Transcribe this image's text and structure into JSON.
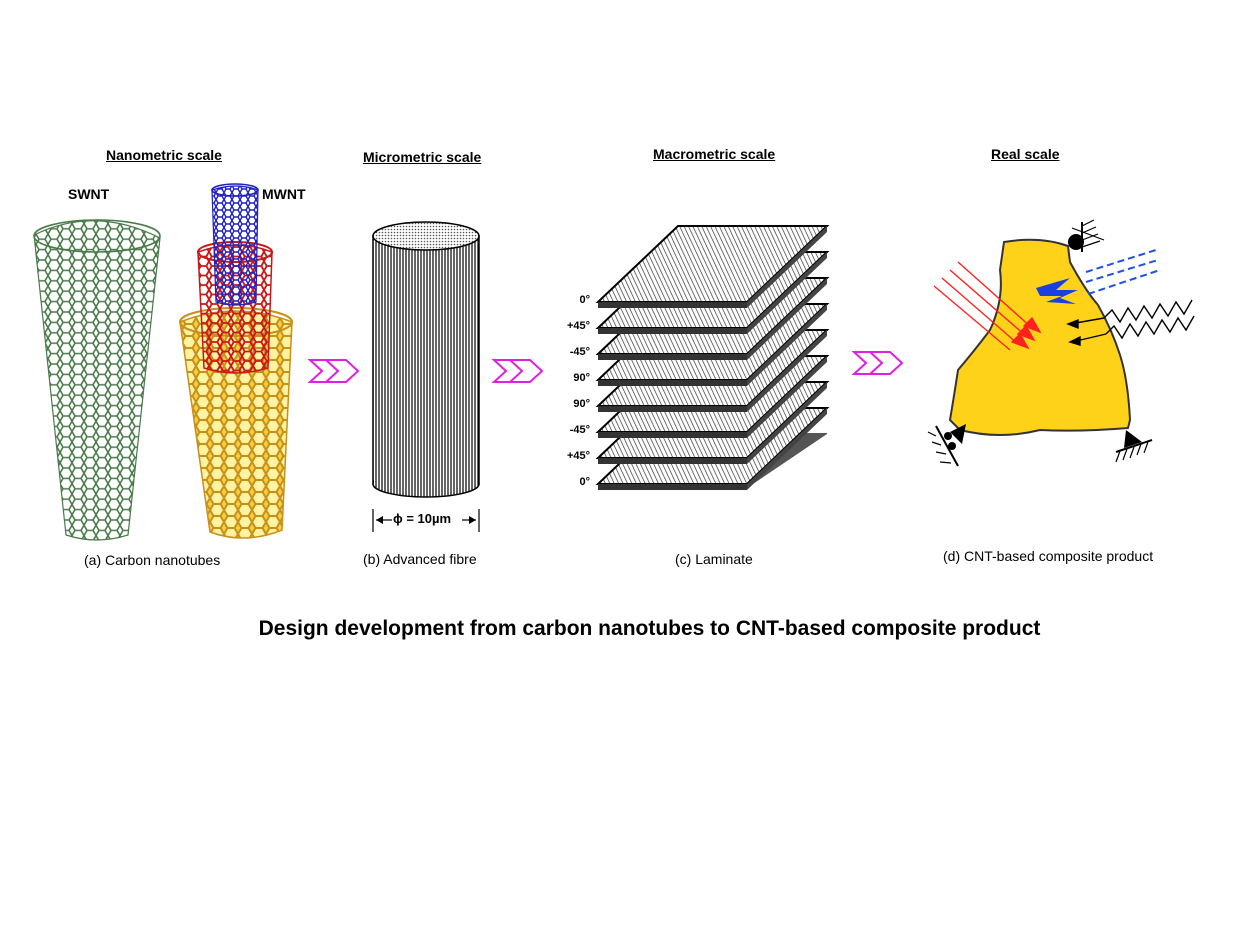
{
  "scales": {
    "nano": "Nanometric scale",
    "micro": "Micrometric scale",
    "macro": "Macrometric scale",
    "real": "Real scale"
  },
  "tubes": {
    "swnt": "SWNT",
    "mwnt": "MWNT"
  },
  "fibre": {
    "diameter_label": "ϕ = 10µm"
  },
  "laminate": {
    "plies": [
      "0°",
      "+45°",
      "-45°",
      "90°",
      "90°",
      "-45°",
      "+45°",
      "0°"
    ]
  },
  "captions": {
    "a": "(a) Carbon nanotubes",
    "b": "(b) Advanced fibre",
    "c": "(c) Laminate",
    "d": "(d) CNT-based composite product"
  },
  "title": "Design development from carbon nanotubes to CNT-based composite product",
  "colors": {
    "arrow": "#e020e0",
    "swnt": "#4a7a4a",
    "mwnt_inner": "#2020c0",
    "mwnt_mid": "#d02020",
    "mwnt_outer": "#e8c020",
    "composite": "#ffd21a",
    "load_red": "#ff2020",
    "load_blue": "#2050e0"
  }
}
